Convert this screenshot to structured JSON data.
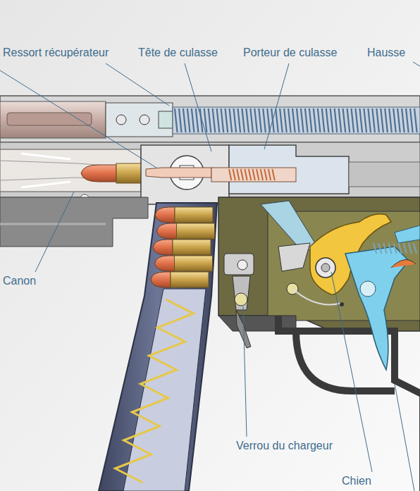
{
  "diagram": {
    "labels": [
      "Ressort récupérateur",
      "Tête de culasse",
      "Porteur de culasse",
      "Hausse",
      "Canon",
      "Verrou du chargeur",
      "Chien"
    ]
  }
}
